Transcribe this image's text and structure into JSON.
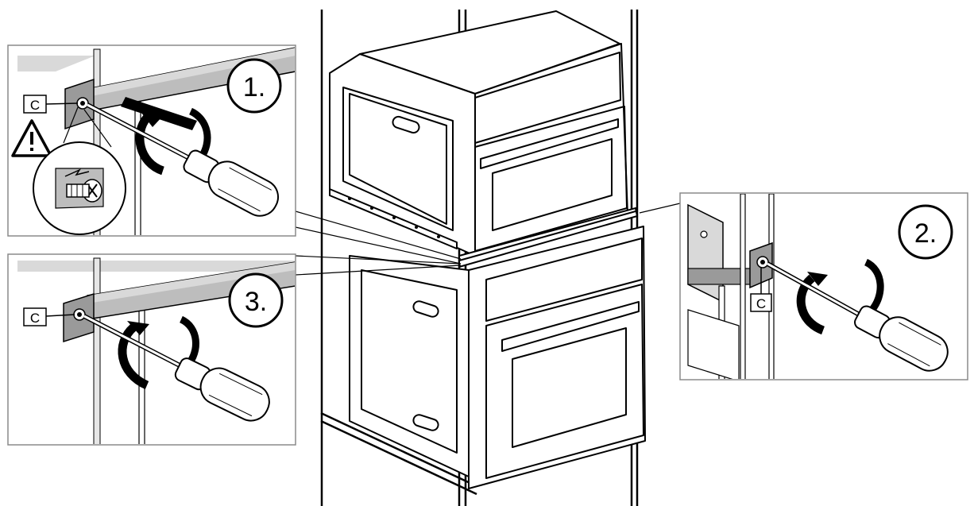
{
  "steps": [
    {
      "number": "1."
    },
    {
      "number": "2."
    },
    {
      "number": "3."
    }
  ],
  "callout_label": "C",
  "warning_icon": "warning-triangle-icon",
  "colors": {
    "line": "#000000",
    "panel_border": "#8a8a8a",
    "shade_light": "#d9d9d9",
    "shade_mid": "#bdbdbd",
    "shade_dark": "#9a9a9a",
    "background": "#ffffff"
  }
}
